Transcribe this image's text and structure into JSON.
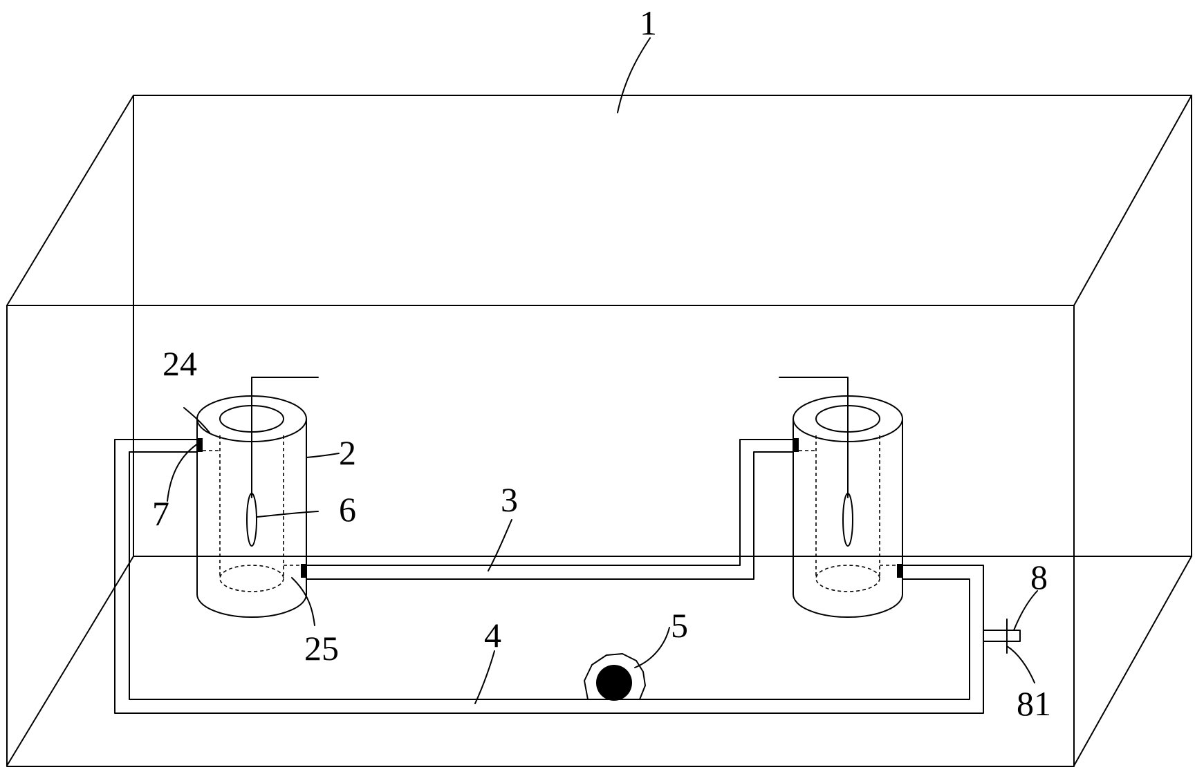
{
  "labels": {
    "housing": "1",
    "cylinder": "2",
    "upper_port": "24",
    "lower_port": "25",
    "connecting_pipe": "3",
    "return_pipe": "4",
    "pump": "5",
    "float": "6",
    "seal": "7",
    "outlet": "8",
    "valve": "81"
  },
  "colors": {
    "line": "#000000",
    "fill": "#000000",
    "background": "#ffffff"
  }
}
